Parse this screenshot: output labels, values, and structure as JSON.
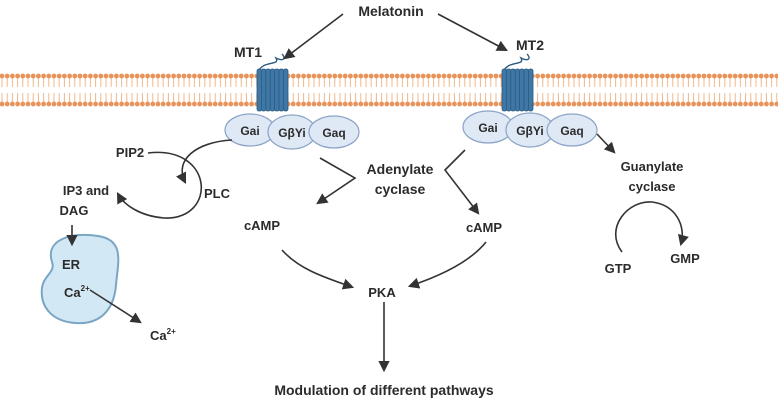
{
  "colors": {
    "lipid_head": "#e8935a",
    "lipid_tail": "#f1b98c",
    "receptor": "#3f78a6",
    "receptor_dark": "#2b5a80",
    "subunit_fill": "#dfe8f5",
    "subunit_stroke": "#8aa3c6",
    "er_fill": "#d3e8f5",
    "er_stroke": "#7aa6c4",
    "arrow": "#333333",
    "text": "#2b2b2b"
  },
  "labels": {
    "melatonin": "Melatonin",
    "mt1": "MT1",
    "mt2": "MT2",
    "pip2": "PIP2",
    "plc": "PLC",
    "ip3_dag_line1": "IP3 and",
    "ip3_dag_line2": "DAG",
    "er": "ER",
    "ca_in": "Ca",
    "ca_out": "Ca",
    "ca_superscript": "2+",
    "adenylate_line1": "Adenylate",
    "adenylate_line2": "cyclase",
    "camp_left": "cAMP",
    "camp_right": "cAMP",
    "pka": "PKA",
    "guanylate_line1": "Guanylate",
    "guanylate_line2": "cyclase",
    "gtp": "GTP",
    "gmp": "GMP",
    "modulation": "Modulation of different pathways"
  },
  "subunits": {
    "mt1": [
      "Gai",
      "GβYi",
      "Gaq"
    ],
    "mt2": [
      "Gai",
      "GβYi",
      "Gaq"
    ]
  },
  "icons": [
    "membrane-bilayer",
    "receptor-icon",
    "endoplasmic-reticulum-icon"
  ]
}
